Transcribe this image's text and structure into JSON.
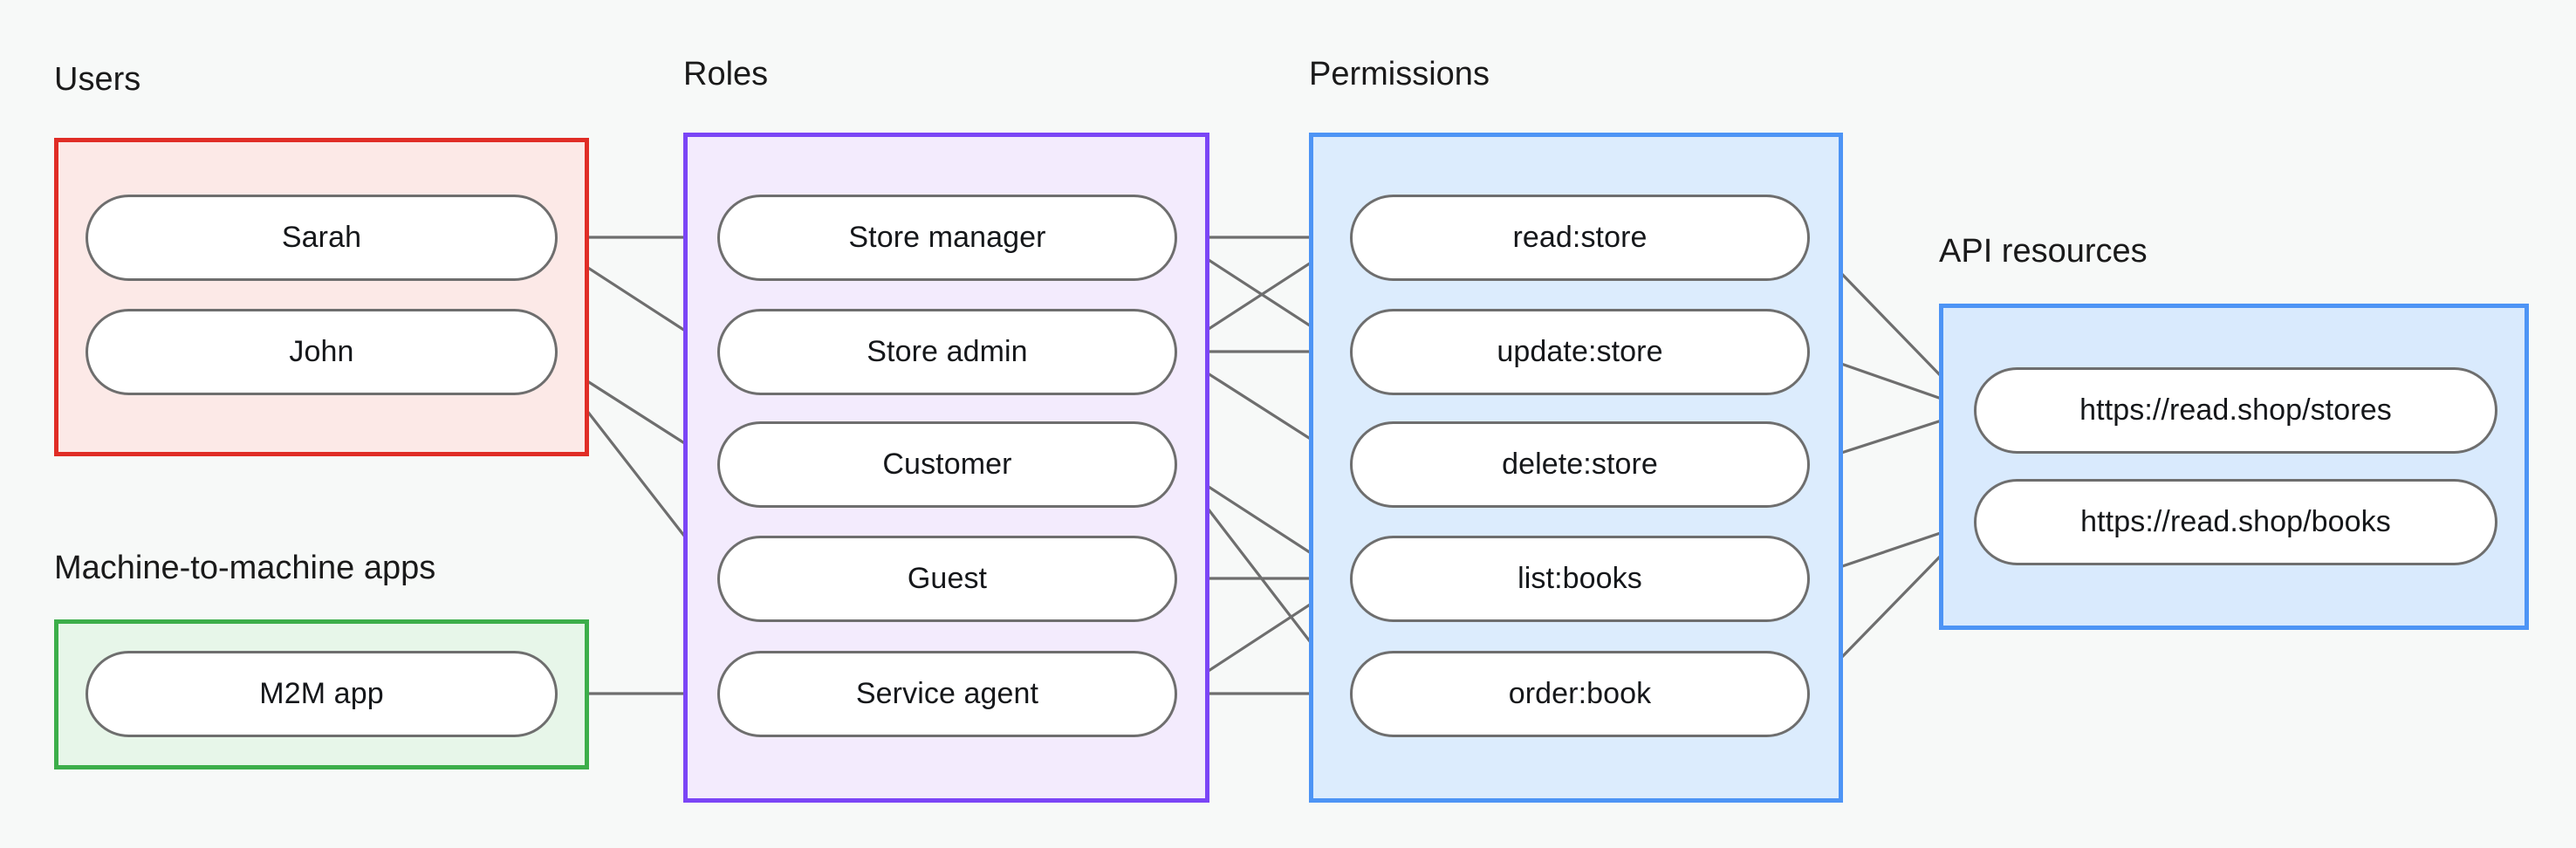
{
  "diagram": {
    "title_note": "RBAC relationship diagram",
    "background_color": "#f7f9f8",
    "edge_color": "#6e6e6e",
    "node_border_color": "#6e6e6e",
    "node_fill_color": "#ffffff"
  },
  "sections": {
    "users": {
      "caption": "Users",
      "border_color": "#e02d26",
      "fill_color": "#fce9e7",
      "nodes": [
        {
          "label": "Sarah"
        },
        {
          "label": "John"
        }
      ]
    },
    "m2m": {
      "caption": "Machine-to-machine apps",
      "border_color": "#3cae4a",
      "fill_color": "#e7f6e9",
      "nodes": [
        {
          "label": "M2M app"
        }
      ]
    },
    "roles": {
      "caption": "Roles",
      "border_color": "#7b45f6",
      "fill_color": "#f3ebfd",
      "nodes": [
        {
          "label": "Store manager"
        },
        {
          "label": "Store admin"
        },
        {
          "label": "Customer"
        },
        {
          "label": "Guest"
        },
        {
          "label": "Service agent"
        }
      ]
    },
    "permissions": {
      "caption": "Permissions",
      "border_color": "#4d94f5",
      "fill_color": "#dcecfd",
      "nodes": [
        {
          "label": "read:store"
        },
        {
          "label": "update:store"
        },
        {
          "label": "delete:store"
        },
        {
          "label": "list:books"
        },
        {
          "label": "order:book"
        }
      ]
    },
    "api_resources": {
      "caption": "API resources",
      "border_color": "#4d94f5",
      "fill_color": "#d9eafd",
      "nodes": [
        {
          "label": "https://read.shop/stores"
        },
        {
          "label": "https://read.shop/books"
        }
      ]
    }
  },
  "edges": [
    {
      "from": "Sarah",
      "to": "Store manager"
    },
    {
      "from": "Sarah",
      "to": "Store admin"
    },
    {
      "from": "John",
      "to": "Customer"
    },
    {
      "from": "John",
      "to": "Guest"
    },
    {
      "from": "M2M app",
      "to": "Service agent"
    },
    {
      "from": "Store manager",
      "to": "read:store"
    },
    {
      "from": "Store manager",
      "to": "update:store"
    },
    {
      "from": "Store admin",
      "to": "read:store"
    },
    {
      "from": "Store admin",
      "to": "update:store"
    },
    {
      "from": "Store admin",
      "to": "delete:store"
    },
    {
      "from": "Customer",
      "to": "list:books"
    },
    {
      "from": "Customer",
      "to": "order:book"
    },
    {
      "from": "Guest",
      "to": "list:books"
    },
    {
      "from": "Service agent",
      "to": "list:books"
    },
    {
      "from": "Service agent",
      "to": "order:book"
    },
    {
      "from": "read:store",
      "to": "https://read.shop/stores"
    },
    {
      "from": "update:store",
      "to": "https://read.shop/stores"
    },
    {
      "from": "delete:store",
      "to": "https://read.shop/stores"
    },
    {
      "from": "list:books",
      "to": "https://read.shop/books"
    },
    {
      "from": "order:book",
      "to": "https://read.shop/books"
    }
  ]
}
